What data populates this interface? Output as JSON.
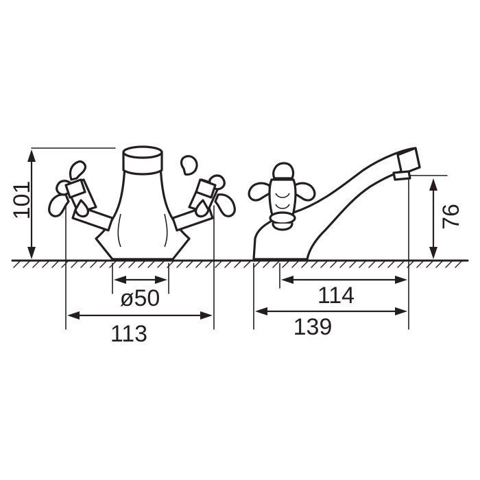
{
  "diagram": {
    "dimensions": {
      "front_height": "101",
      "front_base_diameter": "ø50",
      "front_width": "113",
      "side_height": "76",
      "side_spout_reach": "114",
      "side_total_length": "139"
    },
    "colors": {
      "line": "#231f20",
      "background": "#ffffff"
    }
  }
}
